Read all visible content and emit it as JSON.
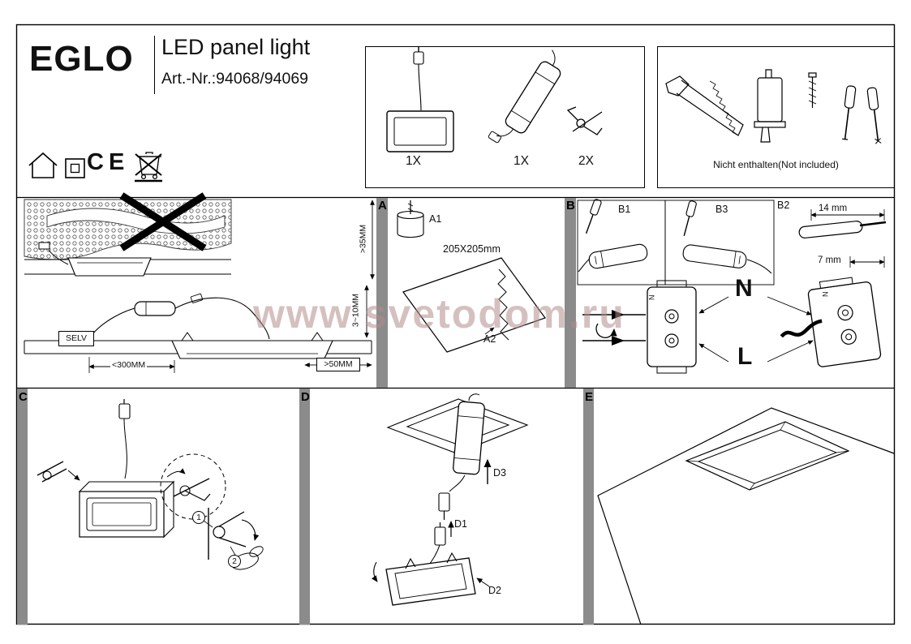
{
  "watermark": {
    "text": "www.svetodom.ru"
  },
  "header": {
    "brand": "EGLO",
    "product": "LED panel light",
    "article": "Art.-Nr.:94068/94069",
    "ce": "CE"
  },
  "included_parts": {
    "panel_qty": "1X",
    "driver_qty": "1X",
    "clips_qty": "2X"
  },
  "tools": {
    "note": "Nicht enthalten(Not included)"
  },
  "clearances": {
    "selv": "SELV",
    "min_width": "<300MM",
    "min_side": ">50MM",
    "min_depth": ">35MM",
    "ceiling_thickness": "3~10MM"
  },
  "section_a": {
    "label": "A",
    "a1": "A1",
    "a2": "A2",
    "cutout": "205X205mm"
  },
  "section_b": {
    "label": "B",
    "b1": "B1",
    "b2": "B2",
    "b3": "B3",
    "strip_outer": "14 mm",
    "strip_inner": "7 mm",
    "neutral": "N",
    "live": "L",
    "terminal_left": "N",
    "terminal_right": "N"
  },
  "section_c": {
    "label": "C",
    "step1": "1",
    "step2": "2"
  },
  "section_d": {
    "label": "D",
    "d1": "D1",
    "d2": "D2",
    "d3": "D3"
  },
  "section_e": {
    "label": "E"
  }
}
